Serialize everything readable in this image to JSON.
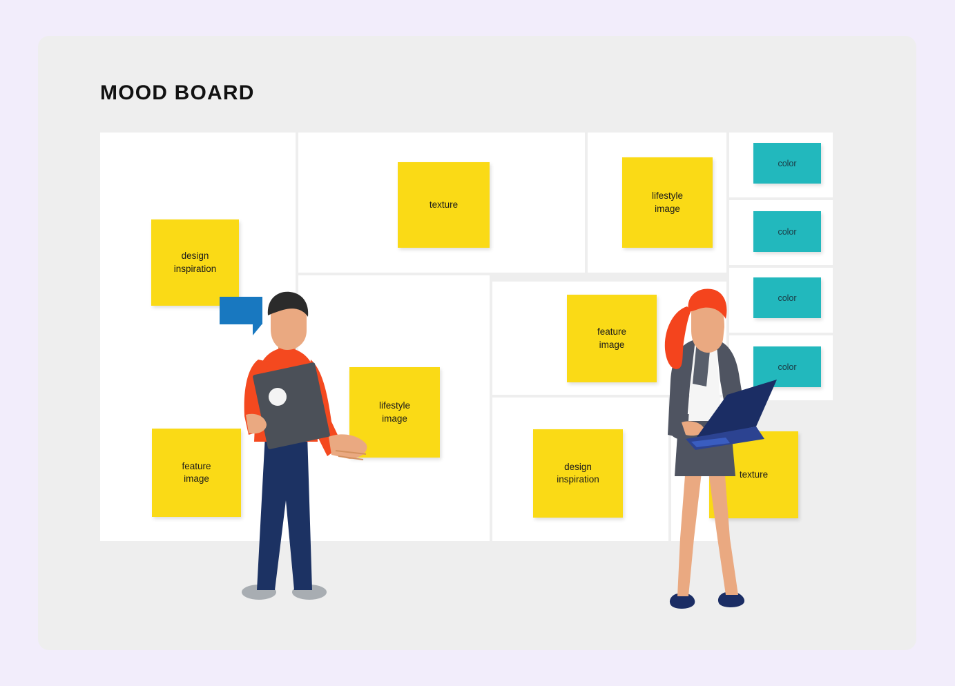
{
  "page": {
    "background_color": "#f2edfb",
    "card_color": "#eeeeee",
    "panel_color": "#ffffff"
  },
  "header": {
    "title": "MOOD BOARD"
  },
  "palette": {
    "note_yellow": "#fada16",
    "swatch_teal": "#22b8bd",
    "bubble_blue": "#1878c0",
    "sweater_orange": "#f4491f",
    "pants_navy": "#1c3263",
    "hair_red": "#f4441d",
    "blazer_gray": "#4f5461",
    "laptop_navy": "#1b2d64",
    "skin": "#eaa981",
    "shoe_gray": "#a8adb2"
  },
  "notes": [
    {
      "id": "note-design-inspiration-1",
      "lines": [
        "design",
        "inspiration"
      ]
    },
    {
      "id": "note-texture-1",
      "lines": [
        "texture"
      ]
    },
    {
      "id": "note-lifestyle-image-1",
      "lines": [
        "lifestyle",
        "image"
      ]
    },
    {
      "id": "note-lifestyle-image-2",
      "lines": [
        "lifestyle",
        "image"
      ]
    },
    {
      "id": "note-feature-image-1",
      "lines": [
        "feature",
        "image"
      ]
    },
    {
      "id": "note-feature-image-2",
      "lines": [
        "feature",
        "image"
      ]
    },
    {
      "id": "note-design-inspiration-2",
      "lines": [
        "design",
        "inspiration"
      ]
    },
    {
      "id": "note-texture-2",
      "lines": [
        "texture"
      ]
    }
  ],
  "note_text": {
    "design_inspiration_line1": "design",
    "design_inspiration_line2": "inspiration",
    "texture": "texture",
    "lifestyle_line1": "lifestyle",
    "lifestyle_line2": "image",
    "feature_line1": "feature",
    "feature_line2": "image"
  },
  "swatches": [
    {
      "id": "swatch-color-1",
      "label": "color"
    },
    {
      "id": "swatch-color-2",
      "label": "color"
    },
    {
      "id": "swatch-color-3",
      "label": "color"
    },
    {
      "id": "swatch-color-4",
      "label": "color"
    }
  ],
  "characters": [
    {
      "id": "man-presenter",
      "description": "man in orange sweater holding laptop, gesturing"
    },
    {
      "id": "woman-analyst",
      "description": "woman with red ponytail in gray suit using laptop"
    }
  ]
}
